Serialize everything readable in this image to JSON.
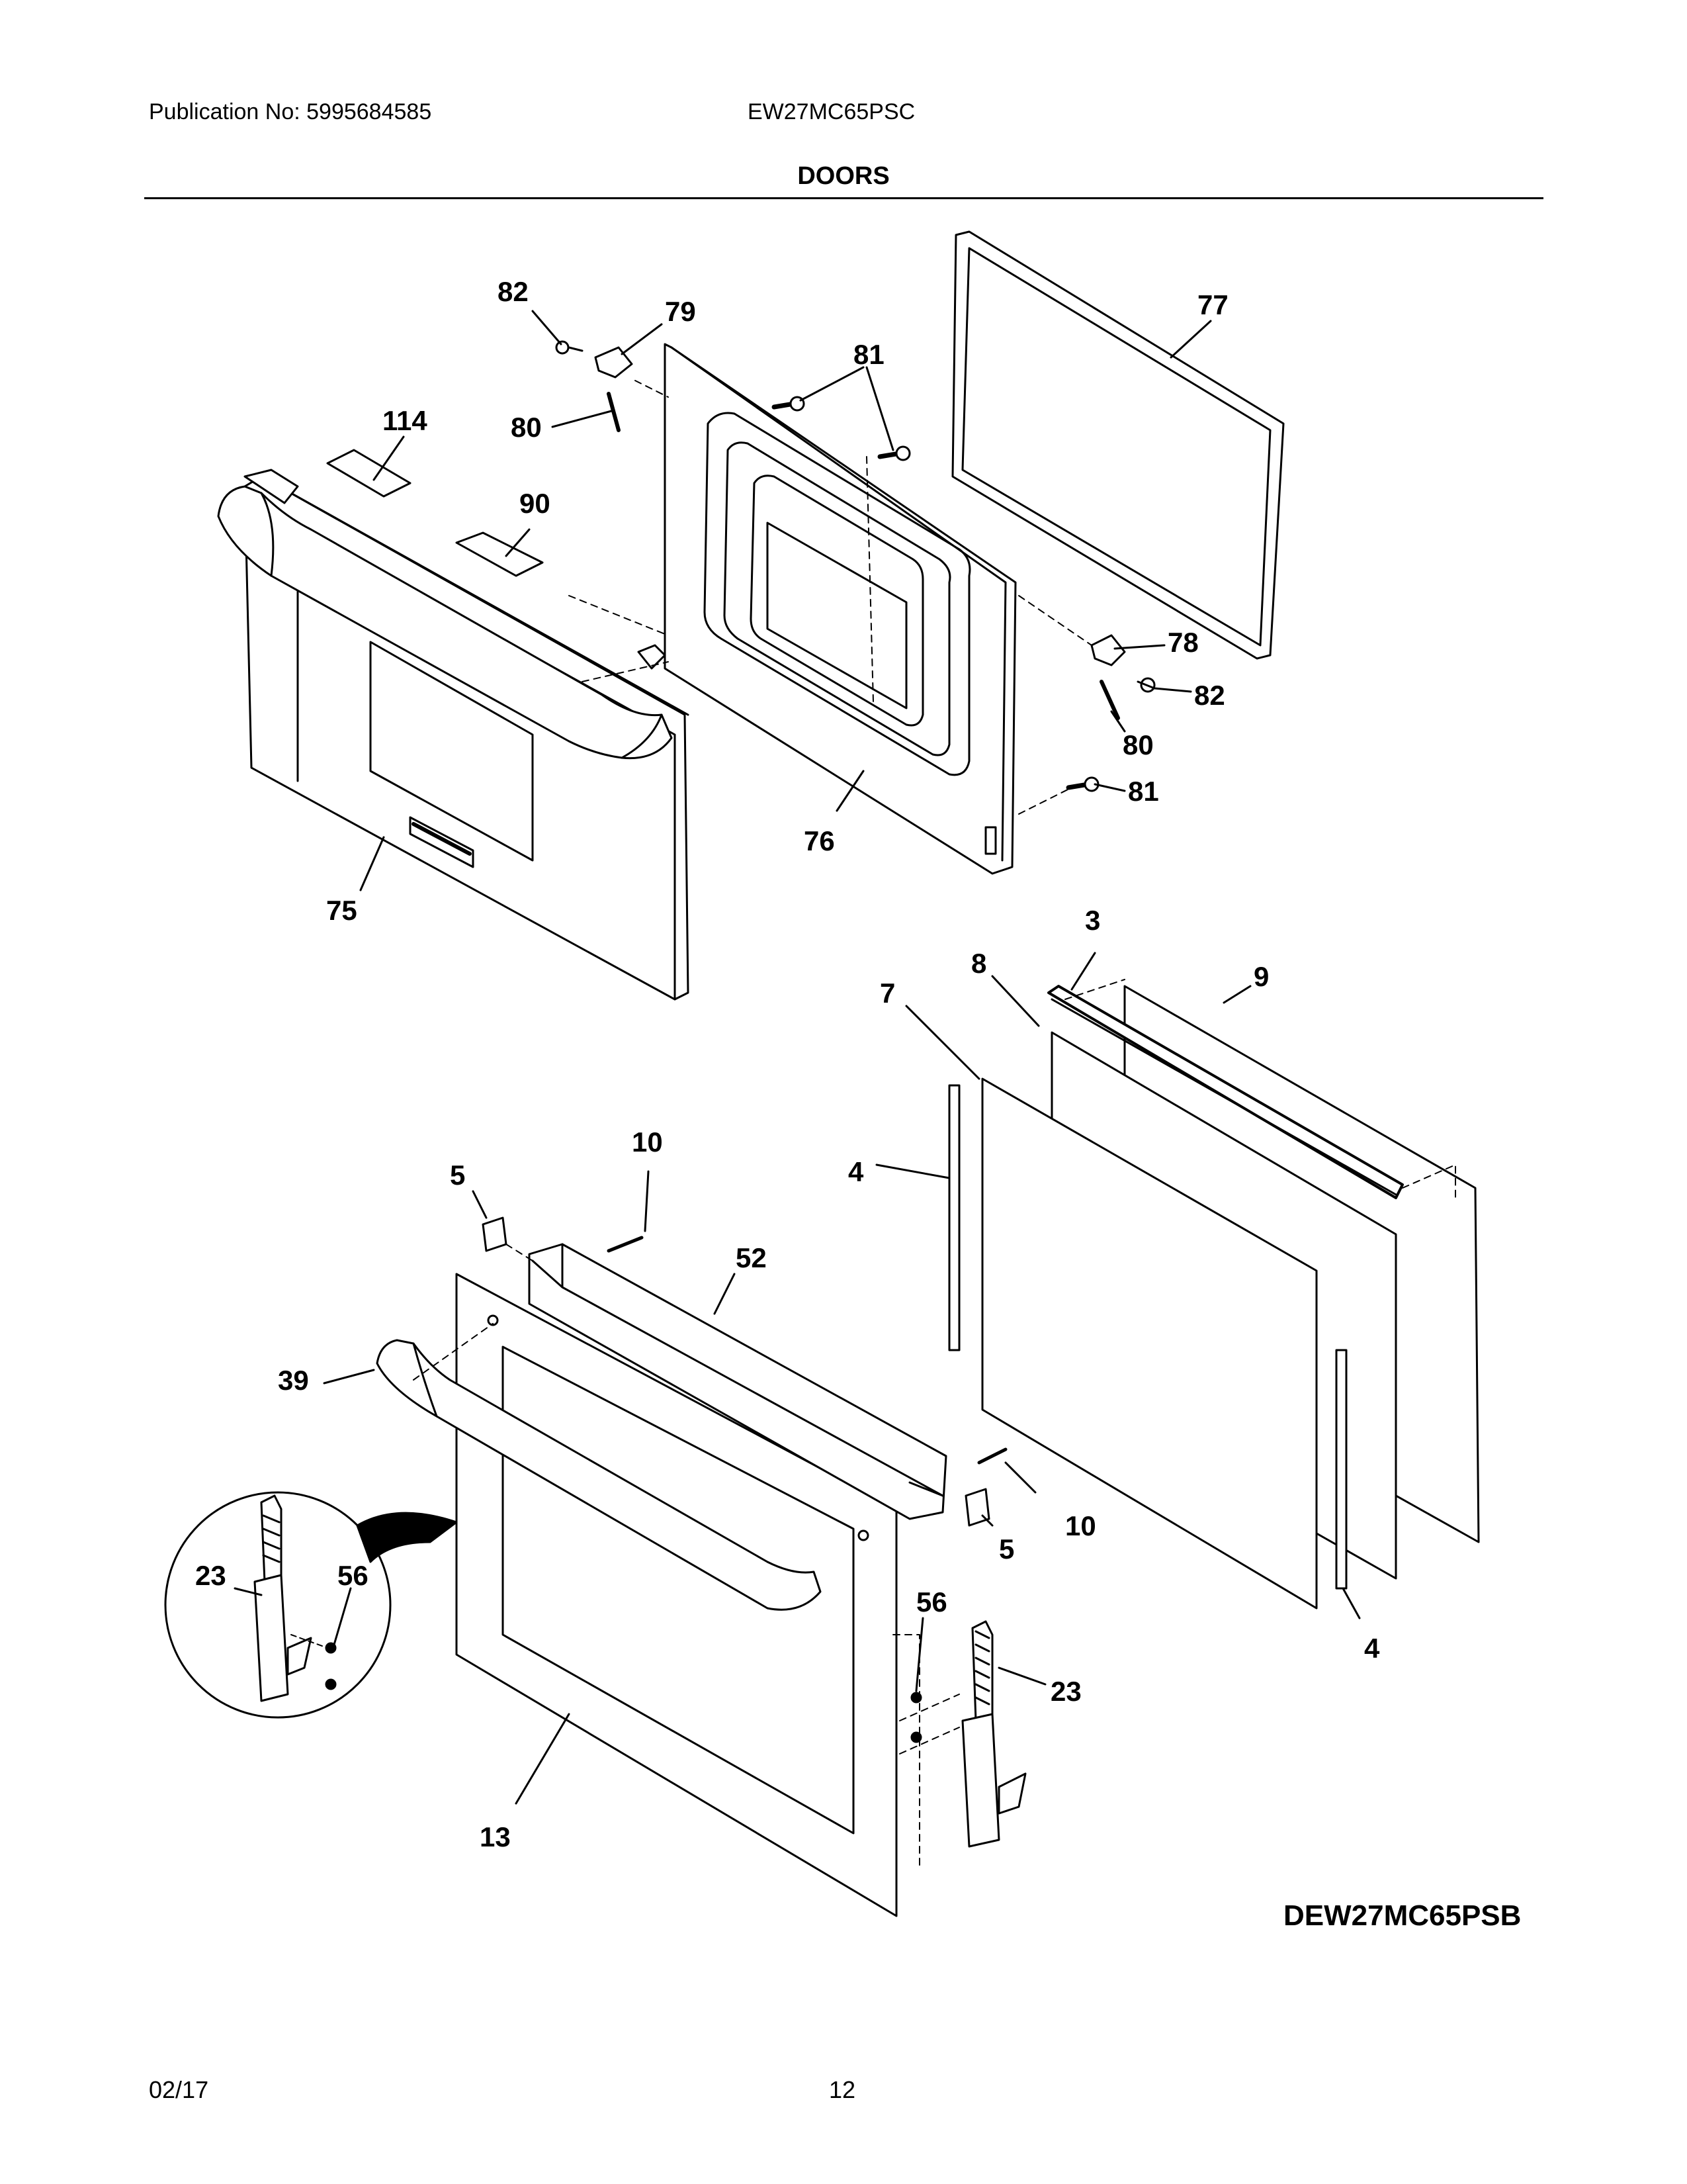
{
  "header": {
    "publication": "Publication No: 5995684585",
    "model": "EW27MC65PSC",
    "section_title": "DOORS"
  },
  "diagram_model": "DEW27MC65PSB",
  "footer": {
    "date": "02/17",
    "page": "12"
  },
  "callouts": [
    {
      "id": "c82a",
      "text": "82"
    },
    {
      "id": "c79",
      "text": "79"
    },
    {
      "id": "c77",
      "text": "77"
    },
    {
      "id": "c81a",
      "text": "81"
    },
    {
      "id": "c114",
      "text": "114"
    },
    {
      "id": "c80a",
      "text": "80"
    },
    {
      "id": "c90",
      "text": "90"
    },
    {
      "id": "c78",
      "text": "78"
    },
    {
      "id": "c82b",
      "text": "82"
    },
    {
      "id": "c80b",
      "text": "80"
    },
    {
      "id": "c81b",
      "text": "81"
    },
    {
      "id": "c76",
      "text": "76"
    },
    {
      "id": "c75",
      "text": "75"
    },
    {
      "id": "c3",
      "text": "3"
    },
    {
      "id": "c8",
      "text": "8"
    },
    {
      "id": "c9",
      "text": "9"
    },
    {
      "id": "c7",
      "text": "7"
    },
    {
      "id": "c10a",
      "text": "10"
    },
    {
      "id": "c5a",
      "text": "5"
    },
    {
      "id": "c4a",
      "text": "4"
    },
    {
      "id": "c52",
      "text": "52"
    },
    {
      "id": "c39",
      "text": "39"
    },
    {
      "id": "c23a",
      "text": "23"
    },
    {
      "id": "c56a",
      "text": "56"
    },
    {
      "id": "c10b",
      "text": "10"
    },
    {
      "id": "c5b",
      "text": "5"
    },
    {
      "id": "c56b",
      "text": "56"
    },
    {
      "id": "c4b",
      "text": "4"
    },
    {
      "id": "c23b",
      "text": "23"
    },
    {
      "id": "c13",
      "text": "13"
    }
  ]
}
